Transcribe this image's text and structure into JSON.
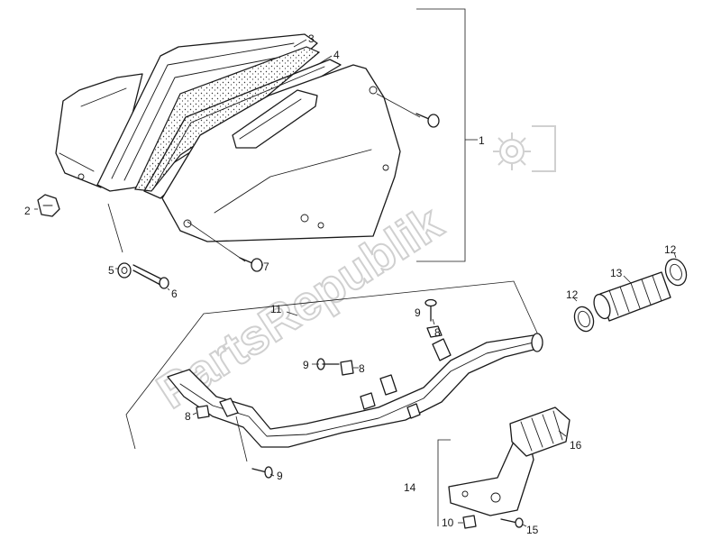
{
  "watermark": {
    "text": "PartsRepublik",
    "icon": "gear-icon"
  },
  "labels": {
    "p1": "1",
    "p2": "2",
    "p3": "3",
    "p4": "4",
    "p5": "5",
    "p6": "6",
    "p7": "7",
    "p8a": "8",
    "p8b": "8",
    "p8c": "8",
    "p9a": "9",
    "p9b": "9",
    "p9c": "9",
    "p10": "10",
    "p11": "11",
    "p12a": "12",
    "p12b": "12",
    "p13": "13",
    "p14": "14",
    "p15": "15",
    "p16": "16"
  }
}
